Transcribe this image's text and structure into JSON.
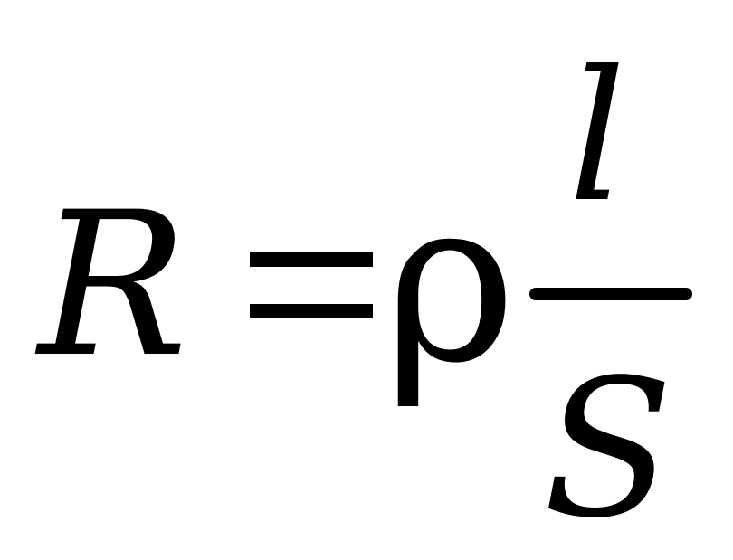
{
  "formula": {
    "lhs": "R",
    "equals": "=",
    "coefficient": "ρ",
    "numerator": "l",
    "denominator": "S"
  }
}
